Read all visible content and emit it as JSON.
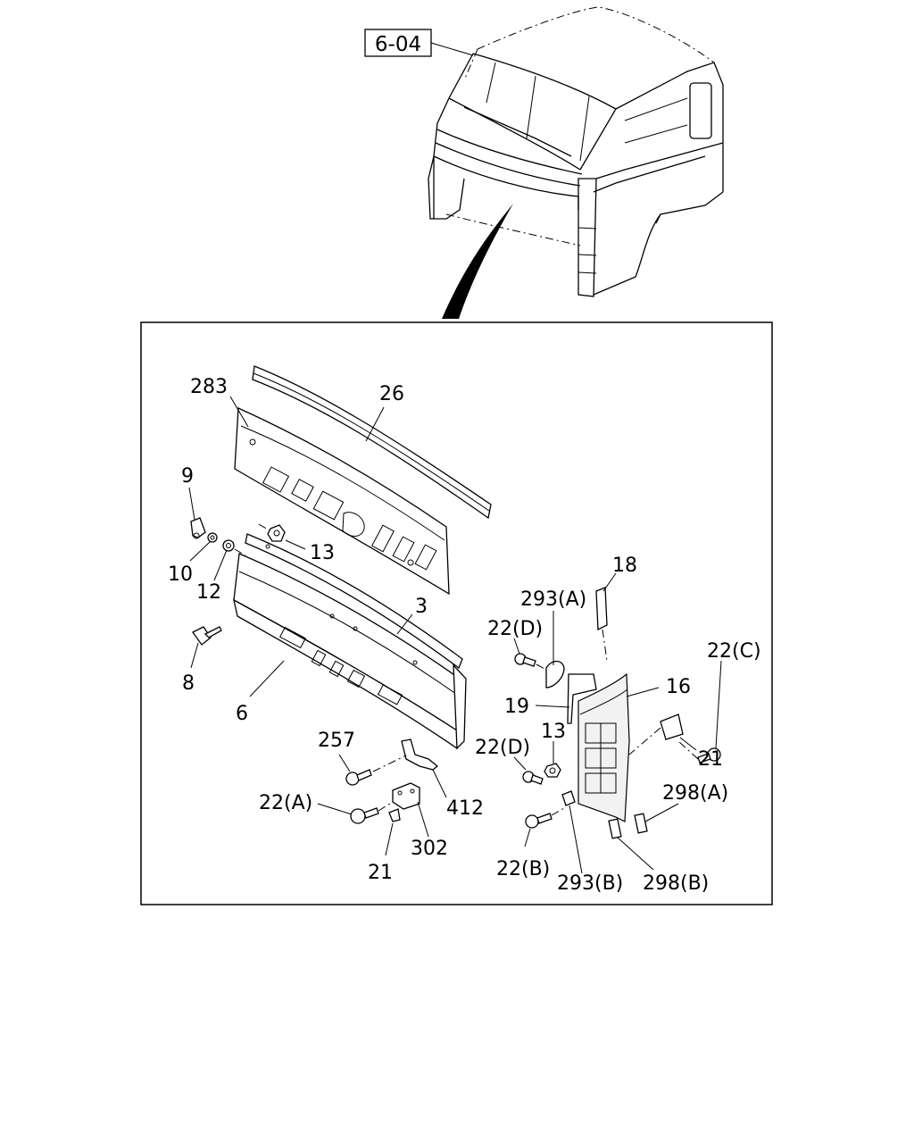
{
  "reference_box": "6-04",
  "callouts": [
    {
      "id": "c283",
      "text": "283"
    },
    {
      "id": "c26",
      "text": "26"
    },
    {
      "id": "c9",
      "text": "9"
    },
    {
      "id": "c13a",
      "text": "13"
    },
    {
      "id": "c10",
      "text": "10"
    },
    {
      "id": "c12",
      "text": "12"
    },
    {
      "id": "c3",
      "text": "3"
    },
    {
      "id": "c8",
      "text": "8"
    },
    {
      "id": "c6",
      "text": "6"
    },
    {
      "id": "c257",
      "text": "257"
    },
    {
      "id": "c412",
      "text": "412"
    },
    {
      "id": "c22a",
      "text": "22(A)"
    },
    {
      "id": "c302",
      "text": "302"
    },
    {
      "id": "c21a",
      "text": "21"
    },
    {
      "id": "c18",
      "text": "18"
    },
    {
      "id": "c293a",
      "text": "293(A)"
    },
    {
      "id": "c22d1",
      "text": "22(D)"
    },
    {
      "id": "c22c",
      "text": "22(C)"
    },
    {
      "id": "c16",
      "text": "16"
    },
    {
      "id": "c19",
      "text": "19"
    },
    {
      "id": "c13b",
      "text": "13"
    },
    {
      "id": "c22d2",
      "text": "22(D)"
    },
    {
      "id": "c21b",
      "text": "21"
    },
    {
      "id": "c298a",
      "text": "298(A)"
    },
    {
      "id": "c22b",
      "text": "22(B)"
    },
    {
      "id": "c293b",
      "text": "293(B)"
    },
    {
      "id": "c298b",
      "text": "298(B)"
    }
  ]
}
